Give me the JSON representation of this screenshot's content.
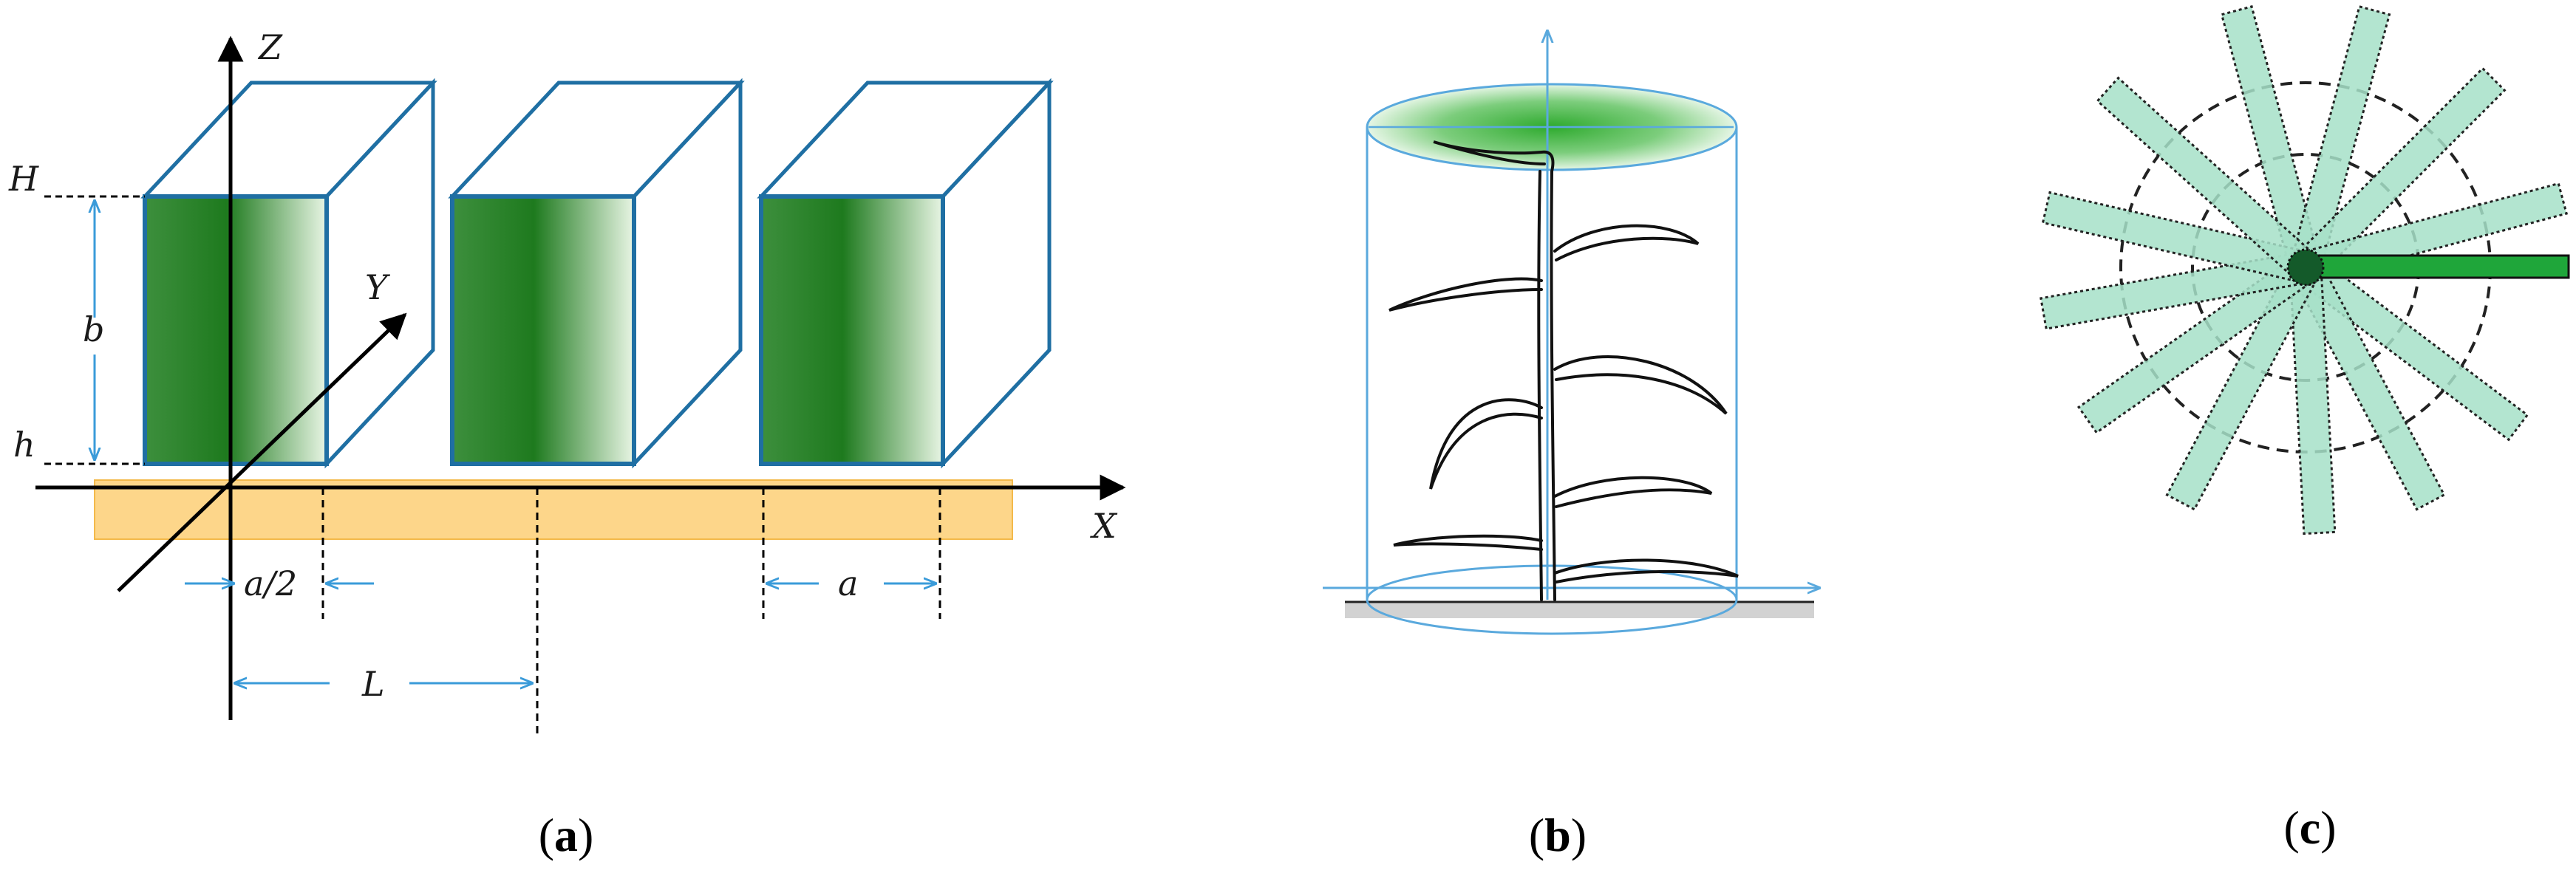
{
  "panel_a": {
    "axis_labels": {
      "z": "Z",
      "y": "Y",
      "x": "X"
    },
    "dimension_labels": {
      "H": "H",
      "b": "b",
      "h": "h",
      "a_half": "a/2",
      "a": "a",
      "L": "L"
    },
    "caption": {
      "open": "(",
      "letter": "a",
      "close": ")"
    },
    "colors": {
      "box_edge": "#1f6fa3",
      "foliage_dark": "#1e7a1e",
      "foliage_light": "#e8f5e4",
      "ground": "#fdd68a",
      "dimension": "#3a9bd9"
    }
  },
  "panel_b": {
    "caption": {
      "open": "(",
      "letter": "b",
      "close": ")"
    },
    "colors": {
      "cylinder_edge": "#5aa9dd",
      "canopy": "#2eaa2e",
      "ground": "#bdbdbd"
    }
  },
  "panel_c": {
    "caption": {
      "open": "(",
      "letter": "c",
      "close": ")"
    },
    "colors": {
      "leaf_fill": "#a6e0c8",
      "highlight_leaf": "#1fa63a",
      "circle": "#222222"
    }
  }
}
